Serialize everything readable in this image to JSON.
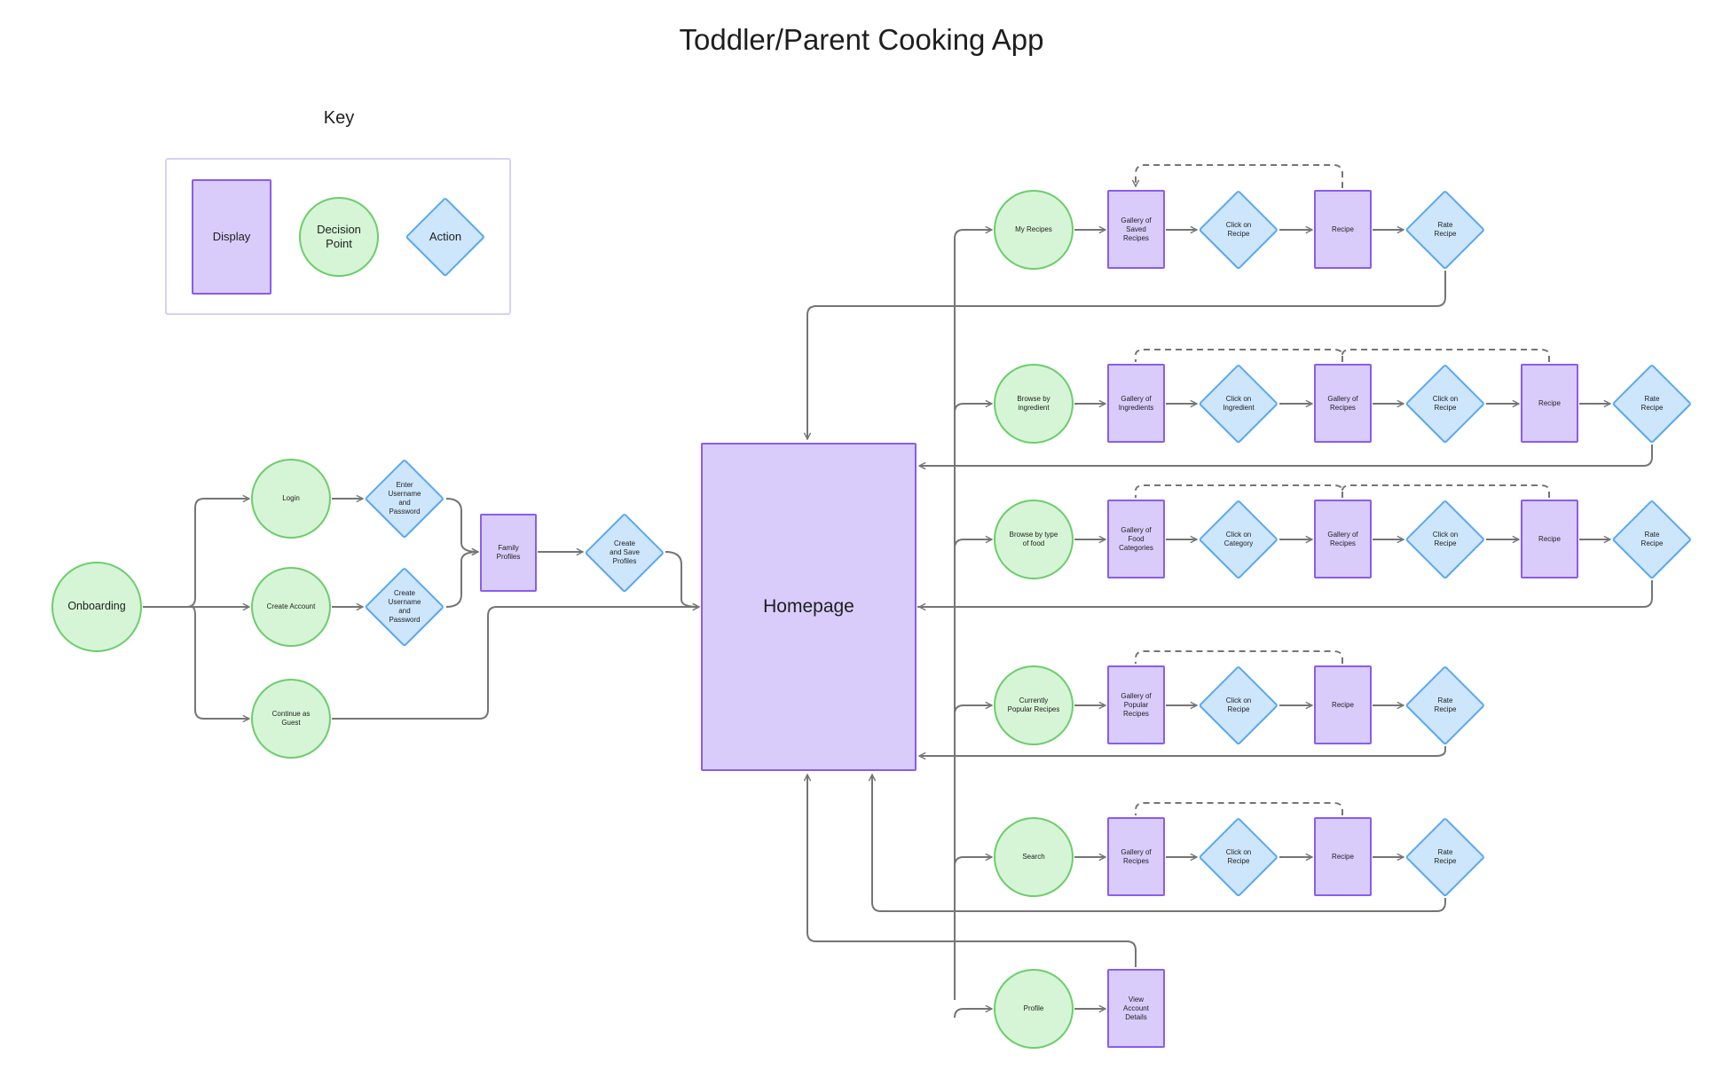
{
  "title": "Toddler/Parent Cooking App",
  "key": {
    "title": "Key",
    "display": "Display",
    "decision": "Decision\nPoint",
    "action": "Action"
  },
  "colors": {
    "display_fill": "#d9ccfb",
    "display_border": "#8a5cf0",
    "decision_fill": "#d6f5d6",
    "decision_border": "#6dcd6d",
    "action_fill": "#cde6fc",
    "action_border": "#5aa8f0",
    "connector": "#757575"
  },
  "onboarding": {
    "start": "Onboarding",
    "login": "Login",
    "create_account": "Create Account",
    "guest": "Continue as\nGuest",
    "enter_credentials": "Enter\nUsername\nand\nPassword",
    "create_credentials": "Create\nUsername\nand\nPassword",
    "family_profiles": "Family\nProfiles",
    "create_profiles": "Create\nand Save\nProfiles"
  },
  "homepage": "Homepage",
  "branches": {
    "my_recipes": {
      "decision": "My Recipes",
      "gallery": "Gallery of\nSaved\nRecipes",
      "click": "Click on\nRecipe",
      "recipe": "Recipe",
      "rate": "Rate\nRecipe"
    },
    "ingredient": {
      "decision": "Browse by\ningredient",
      "gallery": "Gallery of\nIngredients",
      "click1": "Click on\nIngredient",
      "gallery2": "Gallery of\nRecipes",
      "click2": "Click on\nRecipe",
      "recipe": "Recipe",
      "rate": "Rate\nRecipe"
    },
    "food_type": {
      "decision": "Browse by type\nof food",
      "gallery": "Gallery of\nFood\nCategories",
      "click1": "Click on\nCategory",
      "gallery2": "Gallery of\nRecipes",
      "click2": "Click on\nRecipe",
      "recipe": "Recipe",
      "rate": "Rate\nRecipe"
    },
    "popular": {
      "decision": "Currently\nPopular Recipes",
      "gallery": "Gallery of\nPopular\nRecipes",
      "click": "Click on\nRecipe",
      "recipe": "Recipe",
      "rate": "Rate\nRecipe"
    },
    "search": {
      "decision": "Search",
      "gallery": "Gallery of\nRecipes",
      "click": "Click on\nRecipe",
      "recipe": "Recipe",
      "rate": "Rate\nRecipe"
    },
    "profile": {
      "decision": "Profile",
      "details": "View\nAccount\nDetails"
    }
  }
}
